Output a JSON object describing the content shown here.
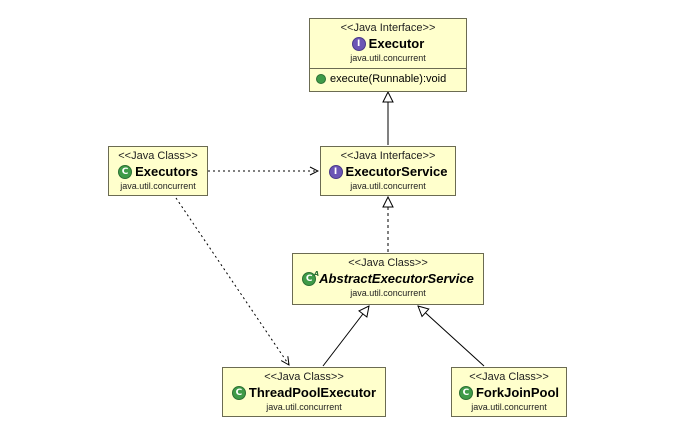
{
  "nodes": {
    "executor": {
      "stereotype": "<<Java Interface>>",
      "badge": "I",
      "name": "Executor",
      "package": "java.util.concurrent",
      "operation": "execute(Runnable):void"
    },
    "executors": {
      "stereotype": "<<Java Class>>",
      "badge": "C",
      "name": "Executors",
      "package": "java.util.concurrent"
    },
    "executor_service": {
      "stereotype": "<<Java Interface>>",
      "badge": "I",
      "name": "ExecutorService",
      "package": "java.util.concurrent"
    },
    "abstract_executor_service": {
      "stereotype": "<<Java Class>>",
      "badge": "C",
      "name": "AbstractExecutorService",
      "package": "java.util.concurrent"
    },
    "thread_pool_executor": {
      "stereotype": "<<Java Class>>",
      "badge": "C",
      "name": "ThreadPoolExecutor",
      "package": "java.util.concurrent"
    },
    "fork_join_pool": {
      "stereotype": "<<Java Class>>",
      "badge": "C",
      "name": "ForkJoinPool",
      "package": "java.util.concurrent"
    }
  },
  "relations": [
    {
      "from": "executor_service",
      "to": "executor",
      "kind": "extends"
    },
    {
      "from": "abstract_executor_service",
      "to": "executor_service",
      "kind": "implements"
    },
    {
      "from": "thread_pool_executor",
      "to": "abstract_executor_service",
      "kind": "extends"
    },
    {
      "from": "fork_join_pool",
      "to": "abstract_executor_service",
      "kind": "extends"
    },
    {
      "from": "executors",
      "to": "executor_service",
      "kind": "dependency"
    },
    {
      "from": "executors",
      "to": "thread_pool_executor",
      "kind": "dependency"
    }
  ],
  "colors": {
    "box_fill": "#ffffcc",
    "box_border": "#6b6b52",
    "interface_badge": "#6b55b5",
    "class_badge": "#3f9b48",
    "edge": "#000000"
  }
}
